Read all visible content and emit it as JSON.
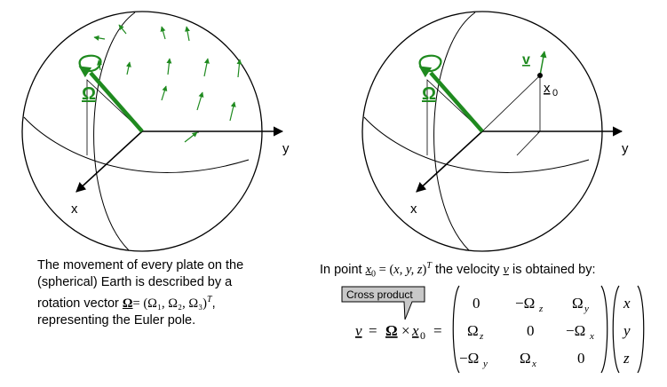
{
  "left_sphere": {
    "omega_label": "Ω",
    "axis_y": "y",
    "axis_x": "x"
  },
  "right_sphere": {
    "omega_label": "Ω",
    "axis_y": "y",
    "axis_x": "x",
    "velocity_label": "v",
    "point_label": "x",
    "point_subscript": "0"
  },
  "left_caption": {
    "line1": "The movement of every plate on the",
    "line2": "(spherical) Earth is described by a",
    "line3_start": "rotation vector ",
    "line3_omega": "Ω",
    "line3_eq": "= (Ω",
    "line3_rest": "₁, Ω₂, Ω₃)",
    "line3_T": "T",
    "line3_end": ",",
    "line4": "representing the Euler pole."
  },
  "right_caption": {
    "intro_start": "In point ",
    "x0": "x",
    "x0_sub": "0",
    "eq": " = (",
    "vars": "x, y, z",
    "close": ")",
    "T": "T",
    "rest": " the velocity ",
    "v": "v",
    "end": " is obtained by:"
  },
  "callout": {
    "label": "Cross product"
  },
  "equation": {
    "lhs_v": "v",
    "equals1": "=",
    "omega": "Ω",
    "times": "×",
    "x": "x",
    "x_sub": "0",
    "equals2": "=",
    "matrix": [
      [
        "0",
        "−Ω",
        "Ω"
      ],
      [
        "Ω",
        "0",
        "−Ω"
      ],
      [
        "−Ω",
        "Ω",
        "0"
      ]
    ],
    "matrix_subs": [
      [
        "",
        "z",
        "y"
      ],
      [
        "z",
        "",
        "x"
      ],
      [
        "y",
        "x",
        ""
      ]
    ],
    "vector": [
      "x",
      "y",
      "z"
    ]
  },
  "colors": {
    "green": "#1f8a1f",
    "black": "#000000"
  }
}
